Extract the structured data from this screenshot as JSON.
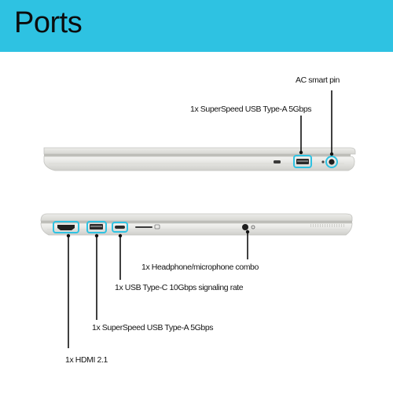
{
  "header": {
    "title": "Ports",
    "background": "#2ec2e2"
  },
  "right_side_view": {
    "ports": [
      {
        "label": "AC smart pin",
        "icon": "ac-power-port-icon"
      },
      {
        "label": "1x SuperSpeed USB Type-A 5Gbps",
        "icon": "usb-a-port-icon"
      }
    ]
  },
  "left_side_view": {
    "ports": [
      {
        "label": "1x Headphone/microphone combo",
        "icon": "audio-jack-icon"
      },
      {
        "label": "1x USB Type-C 10Gbps signaling rate",
        "icon": "usb-c-port-icon"
      },
      {
        "label": "1x SuperSpeed USB Type-A 5Gbps",
        "icon": "usb-a-port-icon"
      },
      {
        "label": "1x HDMI 2.1",
        "icon": "hdmi-port-icon"
      }
    ]
  },
  "highlight_color": "#2ec2e2",
  "callout_line_color": "#111111"
}
